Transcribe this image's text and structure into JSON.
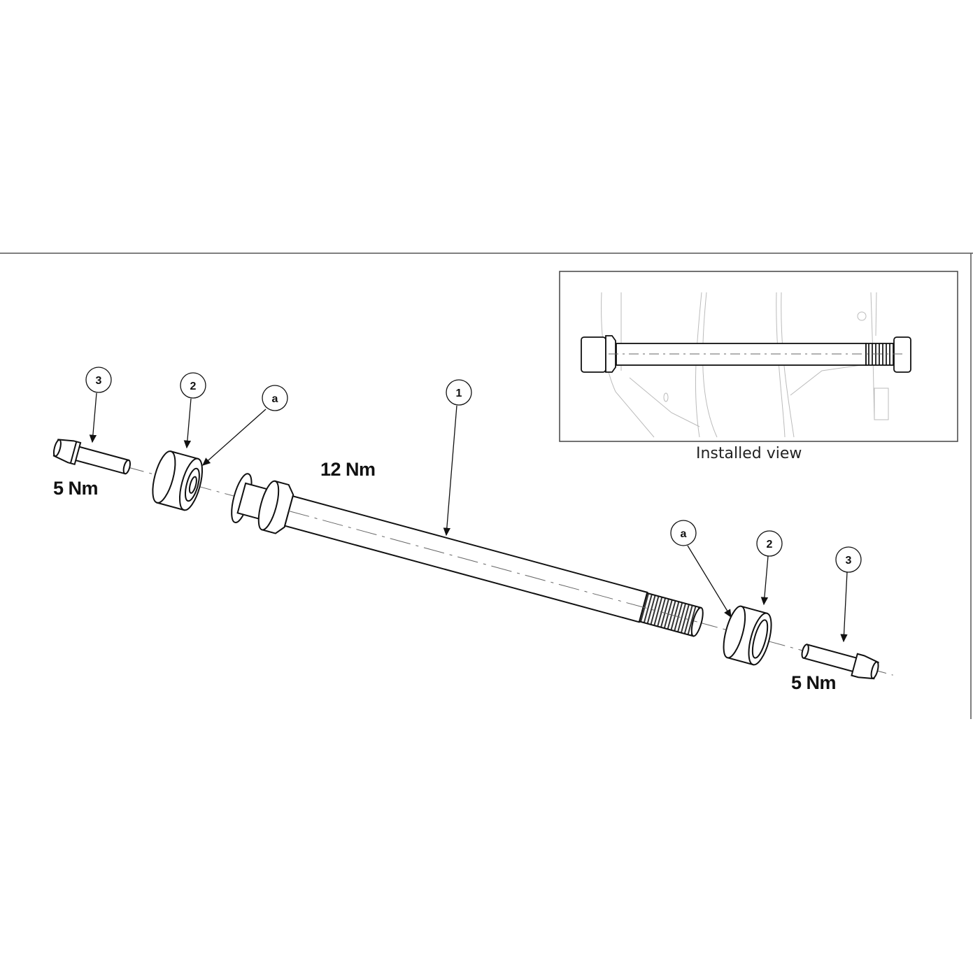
{
  "callouts": [
    {
      "id": "3",
      "label": "3"
    },
    {
      "id": "2",
      "label": "2"
    },
    {
      "id": "a",
      "label": "a"
    },
    {
      "id": "1",
      "label": "1"
    },
    {
      "id": "a2",
      "label": "a"
    },
    {
      "id": "22",
      "label": "2"
    },
    {
      "id": "32",
      "label": "3"
    }
  ],
  "torque": {
    "left_bolt": "5 Nm",
    "axle": "12 Nm",
    "right_bolt": "5 Nm"
  },
  "inset": {
    "caption": "Installed view"
  },
  "colors": {
    "line": "#111111",
    "frame": "#555555",
    "faint": "#bbbbbb",
    "thread": "#777777"
  }
}
